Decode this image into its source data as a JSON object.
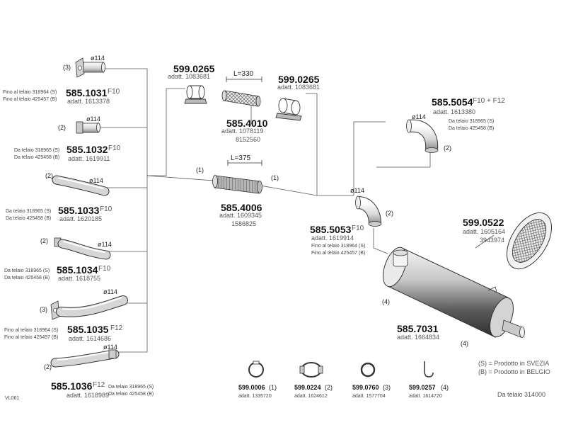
{
  "sheet_code": "VL061",
  "legend": {
    "sweden": "(S) = Prodotto in SVEZIA",
    "belgium": "(B) = Prodotto in BELGIO",
    "chassis": "Da telaio 314000"
  },
  "left_parts": [
    {
      "qty": "(3)",
      "dia": "ø114",
      "pn": "585.1031",
      "sfx": "F10",
      "adatt": "adatt. 1613378",
      "notes": [
        "Fino al telaio 318964 (S)",
        "Fino al telaio 425457 (B)"
      ]
    },
    {
      "qty": "(2)",
      "dia": "ø114",
      "pn": "585.1032",
      "sfx": "F10",
      "adatt": "adatt. 1619911",
      "notes": [
        "Da telaio 318965 (S)",
        "Da telaio 425458 (B)"
      ]
    },
    {
      "qty": "(2)",
      "dia": "ø114",
      "pn": "585.1033",
      "sfx": "F10",
      "adatt": "adatt. 1620185",
      "notes": [
        "Da telaio 318965 (S)",
        "Da telaio 425458 (B)"
      ]
    },
    {
      "qty": "(2)",
      "dia": "ø114",
      "pn": "585.1034",
      "sfx": "F10",
      "adatt": "adatt. 1618755",
      "notes": [
        "Da telaio 318965 (S)",
        "Da telaio 425458 (B)"
      ]
    },
    {
      "qty": "(3)",
      "dia": "ø114",
      "pn": "585.1035",
      "sfx": "F12",
      "adatt": "adatt. 1614686",
      "notes": [
        "Fino al telaio 318964 (S)",
        "Fino al telaio 425457 (B)"
      ]
    },
    {
      "qty": "(2)",
      "dia": "ø114",
      "pn": "585.1036",
      "sfx": "F12",
      "adatt": "adatt. 1618989",
      "notes": [
        "Da telaio 318965 (S)",
        "Da telaio 425458 (B)"
      ]
    }
  ],
  "clamp_a": {
    "pn": "599.0265",
    "adatt": "adatt. 1083681"
  },
  "clamp_b": {
    "pn": "599.0265",
    "adatt": "adatt. 1083681"
  },
  "pipe_top": {
    "pn": "585.4010",
    "adatt": "adatt. 1078119",
    "alt": "8152560",
    "length": "L=330"
  },
  "pipe_mid": {
    "pn": "585.4006",
    "adatt": "adatt. 1609345",
    "alt": "1586825",
    "length": "L=375",
    "qty_left": "(1)",
    "qty_right": "(1)"
  },
  "elbow_upper": {
    "pn": "585.5054",
    "sfx": "F10 + F12",
    "adatt": "adatt. 1613380",
    "dia": "ø114",
    "qty": "(2)",
    "notes": [
      "Da telaio 318965 (S)",
      "Da telaio 425458 (B)"
    ]
  },
  "elbow_lower": {
    "pn": "585.5053",
    "sfx": "F10",
    "adatt": "adatt. 1619914",
    "dia": "ø114",
    "qty": "(2)",
    "notes": [
      "Fino al telaio 318964 (S)",
      "Fino al telaio 425457 (B)"
    ]
  },
  "grille": {
    "pn": "599.0522",
    "adatt": "adatt. 1605164",
    "alt": "3943974"
  },
  "muffler": {
    "pn": "585.7031",
    "adatt": "adatt. 1664834",
    "qty_a": "(4)",
    "qty_b": "(4)"
  },
  "small_parts": [
    {
      "pn": "599.0006",
      "qty": "(1)",
      "adatt": "adatt. 1335720"
    },
    {
      "pn": "599.0224",
      "qty": "(2)",
      "adatt": "adatt. 1624612"
    },
    {
      "pn": "599.0760",
      "qty": "(3)",
      "adatt": "adatt. 1577704"
    },
    {
      "pn": "599.0257",
      "qty": "(4)",
      "adatt": "adatt. 1614720"
    }
  ]
}
